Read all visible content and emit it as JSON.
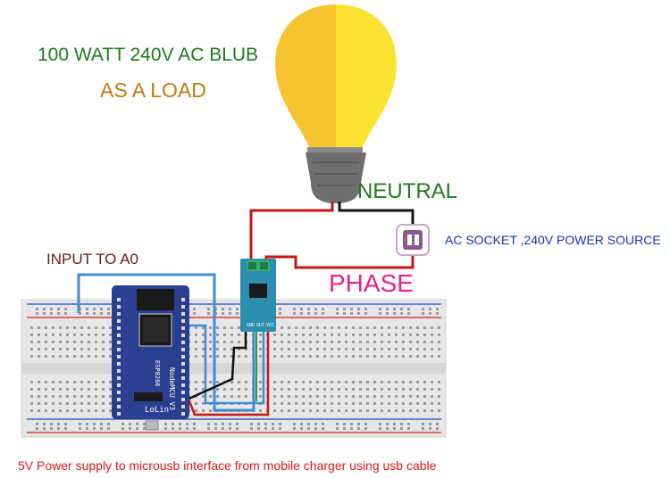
{
  "labels": {
    "load_line1": "100 WATT 240V AC  BLUB",
    "load_line2": "AS A LOAD",
    "neutral": "NEUTRAL",
    "ac_socket": "AC SOCKET ,240V POWER SOURCE",
    "input": "INPUT TO   A0",
    "phase": "PHASE",
    "power_note": "5V Power supply to microusb interface from mobile charger using usb cable"
  },
  "board": {
    "name": "NodeMCU  V3",
    "vendor": "LoLin",
    "chip": "ESP8266"
  },
  "sensor_pins": {
    "gnd": "GND",
    "out": "OUT",
    "vcc": "VCC"
  },
  "colors": {
    "load_line1": "#1e7a1e",
    "load_line2": "#c07a10",
    "neutral": "#1e7a1e",
    "ac_socket": "#1530c8",
    "input": "#6b1a12",
    "phase": "#e8218c",
    "power_note": "#e01818",
    "bulb_left": "#f7c331",
    "bulb_right": "#fde331",
    "bulb_base": "#6f6f6f",
    "board": "#2a3f8f",
    "sensor": "#2d8fb0",
    "wire_red": "#c91515",
    "wire_black": "#111111",
    "wire_blue": "#3d8ed0",
    "wire_green": "#2e9a4a",
    "rail_red": "#e23b3b",
    "rail_blue": "#3a64c8"
  }
}
